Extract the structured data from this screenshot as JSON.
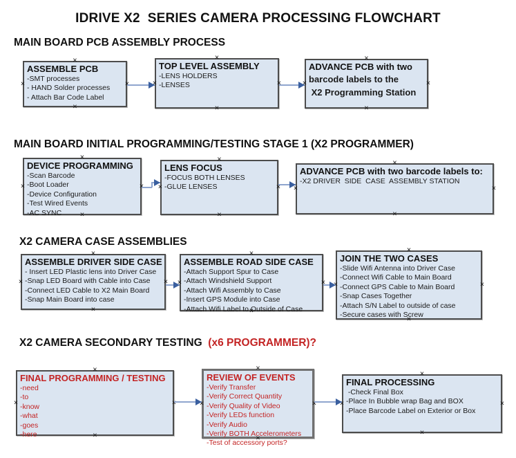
{
  "title": "IDRIVE X2  SERIES CAMERA PROCESSING FLOWCHART",
  "colors": {
    "box_fill": "#dbe5f1",
    "box_border": "#4c4c4c",
    "red_text": "#c32424",
    "arrow_line": "#8fa5ce",
    "arrow_head": "#3a5f9f"
  },
  "sections": [
    {
      "heading": "MAIN BOARD PCB ASSEMBLY PROCESS",
      "boxes": [
        {
          "id": "assemble-pcb",
          "title": "ASSEMBLE PCB",
          "lines": [
            "-SMT processes",
            "- HAND Solder processes",
            "- Attach Bar Code Label"
          ]
        },
        {
          "id": "top-level-assembly",
          "title": "TOP LEVEL ASSEMBLY",
          "lines": [
            "-LENS HOLDERS",
            "-LENSES"
          ]
        },
        {
          "id": "advance-pcb-programming",
          "title": "ADVANCE PCB with two",
          "lines": [
            "barcode labels to the",
            " X2 Programming Station"
          ]
        }
      ]
    },
    {
      "heading": "MAIN BOARD INITIAL PROGRAMMING/TESTING STAGE 1 (X2 PROGRAMMER)",
      "boxes": [
        {
          "id": "device-programming",
          "title": "DEVICE PROGRAMMING",
          "lines": [
            "-Scan Barcode",
            "-Boot Loader",
            "-Device Configuration",
            "-Test Wired Events",
            "-AC SYNC"
          ]
        },
        {
          "id": "lens-focus",
          "title": "LENS FOCUS",
          "lines": [
            "-FOCUS BOTH LENSES",
            "-GLUE LENSES"
          ]
        },
        {
          "id": "advance-pcb-driver-case",
          "title": "ADVANCE PCB with two barcode labels to:",
          "lines": [
            "-X2 DRIVER  SIDE  CASE  ASSEMBLY STATION"
          ]
        }
      ]
    },
    {
      "heading": "X2 CAMERA CASE ASSEMBLIES",
      "boxes": [
        {
          "id": "assemble-driver-side-case",
          "title": "ASSEMBLE DRIVER SIDE CASE",
          "lines": [
            "- Insert LED Plastic lens into Driver Case",
            "-Snap LED Board with Cable into Case",
            "-Connect LED Cable to X2 Main Board",
            "-Snap Main Board into case"
          ]
        },
        {
          "id": "assemble-road-side-case",
          "title": "ASSEMBLE ROAD SIDE CASE",
          "lines": [
            "-Attach Support Spur to Case",
            "-Attach Windshield Support",
            "-Attach Wifi Assembly to Case",
            "-Insert GPS Module into Case",
            "-Attach Wifi Label to Outside of Case"
          ]
        },
        {
          "id": "join-the-two-cases",
          "title": "JOIN THE TWO CASES",
          "lines": [
            "-Slide Wifi Antenna into Driver Case",
            "-Connect Wifi Cable to Main Board",
            "-Connect GPS Cable to Main Board",
            "-Snap Cases Together",
            "-Attach S/N Label to outside of case",
            "-Secure cases with Screw"
          ]
        }
      ]
    },
    {
      "heading": "X2 CAMERA SECONDARY TESTING  ",
      "heading_red": "(x6 PROGRAMMER)?",
      "boxes": [
        {
          "id": "final-programming-testing",
          "title": "FINAL PROGRAMMING / TESTING",
          "red": true,
          "lines": [
            "-need",
            "-to",
            "-know",
            "-what",
            "-goes",
            "-here"
          ]
        },
        {
          "id": "review-of-events",
          "title": "REVIEW OF EVENTS",
          "red": true,
          "lines": [
            "-Verify Transfer",
            "-Verify Correct Quantity",
            "-Verify Quality of Video",
            "-Verify LEDs function",
            "-Verify Audio",
            "-Verify BOTH Accelerometers",
            "-Test of accessory ports?"
          ]
        },
        {
          "id": "final-processing",
          "title": "FINAL PROCESSING",
          "lines": [
            " -Check Final Box",
            "-Place In Bubble wrap Bag and BOX",
            "-Place Barcode Label on Exterior or Box"
          ]
        }
      ]
    }
  ]
}
